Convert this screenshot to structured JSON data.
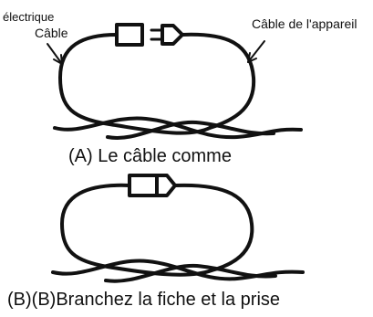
{
  "labels": {
    "electric_line1": "électrique",
    "electric_line2": "Câble",
    "appliance": "Câble de l'appareil"
  },
  "captions": {
    "a": "(A) Le câble comme",
    "b": "(B)(B)Branchez la fiche et la prise"
  }
}
